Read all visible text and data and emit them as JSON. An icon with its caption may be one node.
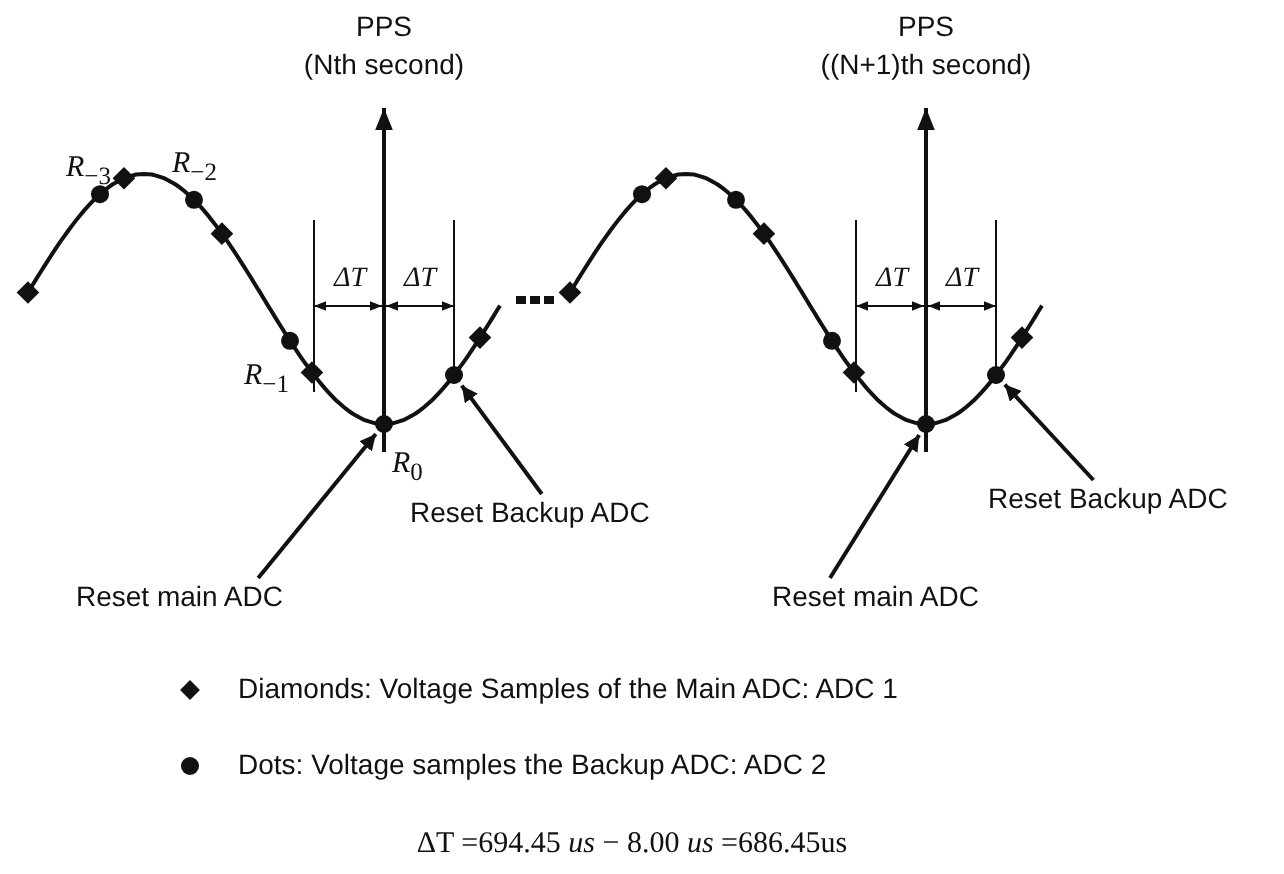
{
  "diagram": {
    "nodes": [
      {
        "text": [
          "Reset main ADC"
        ]
      },
      {
        "text": [
          "Reset Backup ADC"
        ]
      },
      {
        "text": [
          "Reset main ADC"
        ]
      },
      {
        "text": [
          "Reset Backup ADC"
        ]
      },
      {
        "text": [],
        "shape": "circle"
      },
      {
        "text": [],
        "shape": "circle"
      },
      {
        "text": [],
        "shape": "circle"
      },
      {
        "text": [],
        "shape": "circle"
      }
    ],
    "edges": [
      {
        "from": 0,
        "to": 4,
        "arrow": "to"
      },
      {
        "from": 1,
        "to": 5,
        "arrow": "to"
      },
      {
        "from": 2,
        "to": 6,
        "arrow": "to"
      },
      {
        "from": 3,
        "to": 7,
        "arrow": "to"
      }
    ],
    "labels": [
      "PPS",
      "(Nth second)",
      "PPS",
      "((N+1)th second)",
      "*R*$_{−3}$",
      "*R*$_{−2}$",
      "*R*$_{−1}$",
      "*R*$_{0}$",
      "ΔT",
      "ΔT",
      "ΔT",
      "ΔT",
      "ΔT =694.45 *us* − 8.00 *us* =686.45us"
    ],
    "legend": [
      {
        "text": "Diamonds: Voltage Samples of the Main ADC: ADC 1"
      },
      {
        "text": "Dots: Voltage samples the Backup ADC: ADC 2"
      }
    ]
  }
}
